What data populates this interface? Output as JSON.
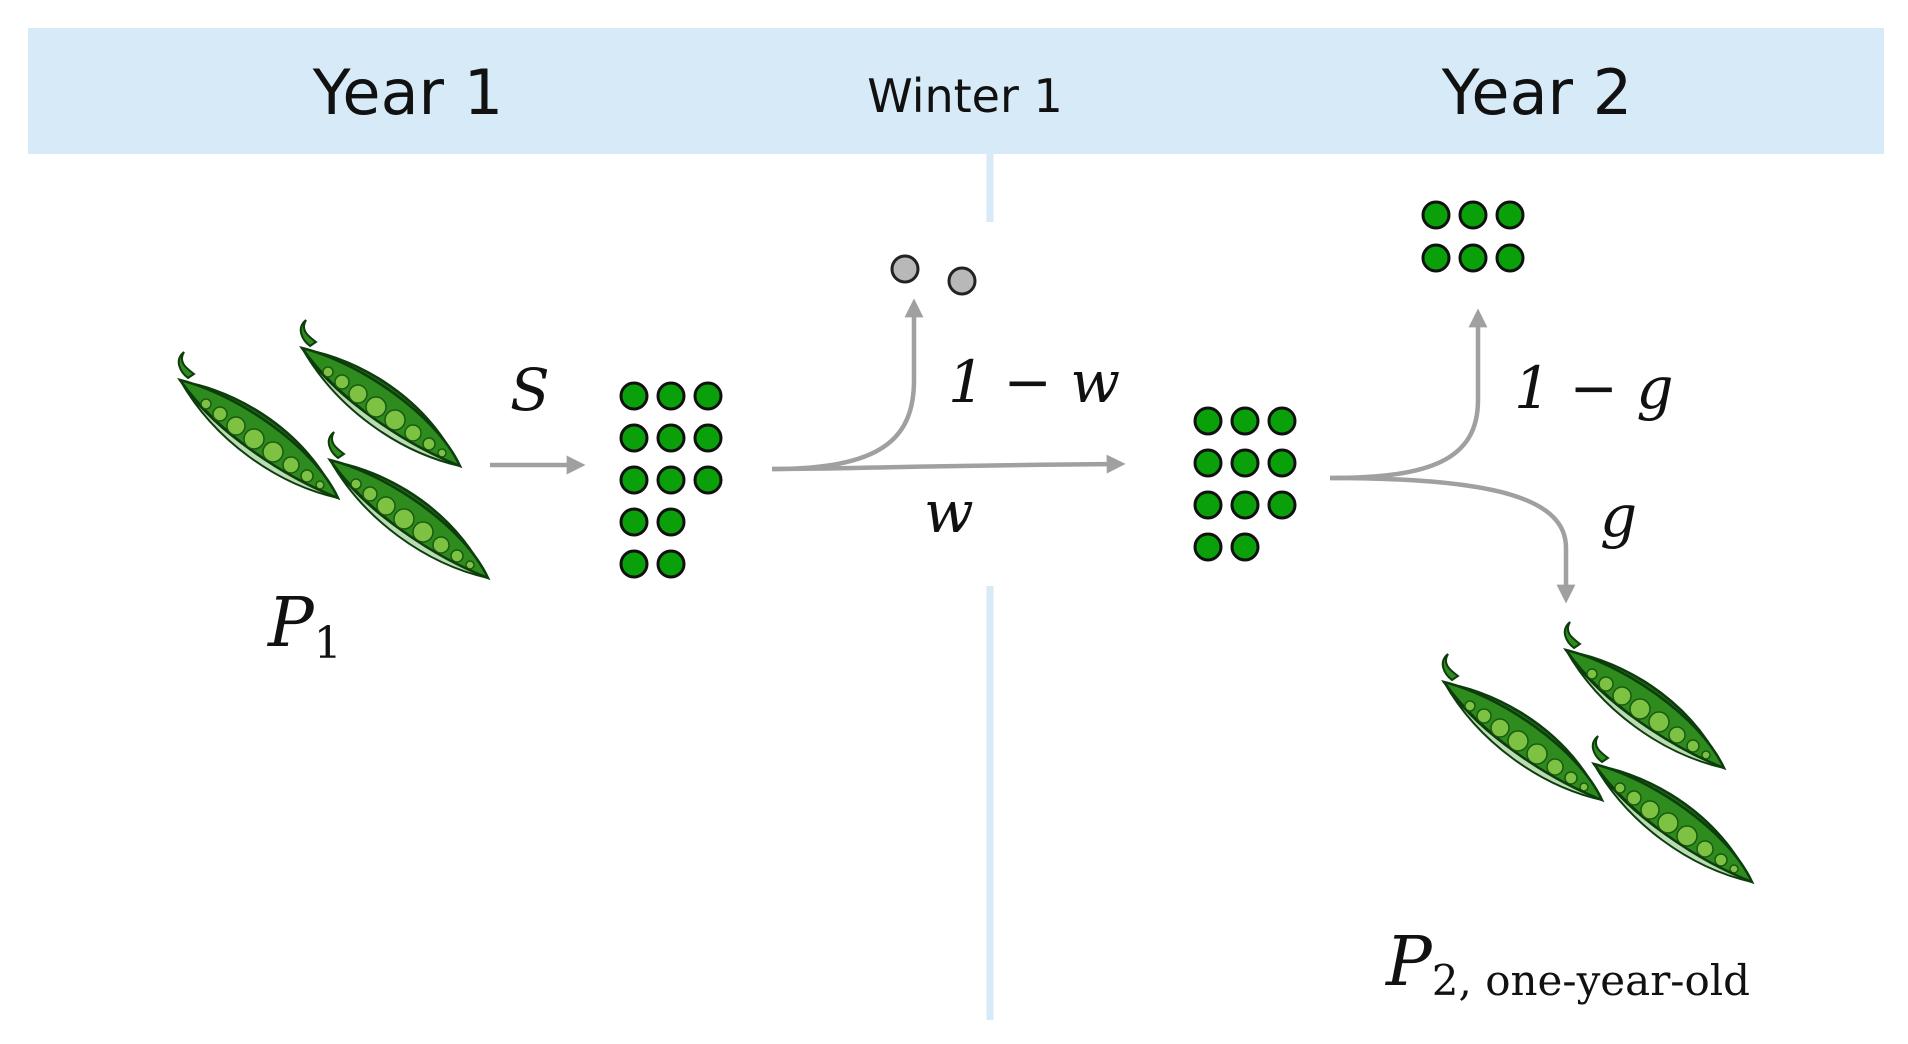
{
  "header": {
    "year1": "Year 1",
    "winter": "Winter 1",
    "year2": "Year 2"
  },
  "labels": {
    "seed_set": "S",
    "winter_death": "1 − w",
    "winter_survival": "w",
    "no_germination": "1 − g",
    "germination": "g",
    "p1_main": "P",
    "p1_sub": "1",
    "p2_main": "P",
    "p2_sub": "2, one-year-old"
  },
  "seed_groups": {
    "seeds_produced": 13,
    "winter_dead": 2,
    "winter_survivors": 11,
    "not_germinated": 6
  },
  "colors": {
    "banner": "#d6eaf8",
    "divider": "#d6eaf8",
    "seed": "#0aa00a",
    "dead_seed": "#b8b8b8",
    "arrow": "#a0a0a0",
    "pod": "#2e8b1e",
    "pea": "#7dc242"
  },
  "icons": [
    "pea-pod-icon",
    "seed-icon",
    "dead-seed-icon",
    "arrow-icon"
  ]
}
